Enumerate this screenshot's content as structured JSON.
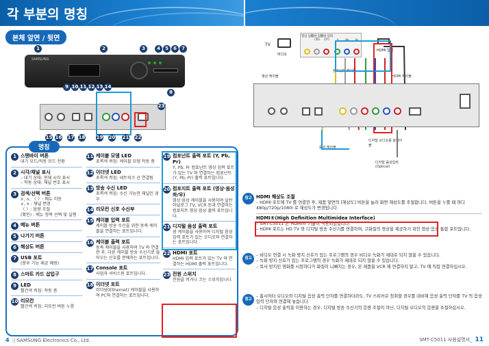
{
  "header": {
    "title": "각 부분의 명칭",
    "section": "본체 앞면 / 뒷면",
    "names_title": "명칭"
  },
  "items_col1": [
    {
      "n": "1",
      "title": "스탠바이 버튼",
      "desc": "대기 모드/작동 모드 전환"
    },
    {
      "n": "2",
      "title": "시각/채널 표시",
      "desc": "– 대기 상태: 현재 시각 표시\n– 작동 상태: 채널 번호 표시"
    },
    {
      "n": "3",
      "title": "검색/선택 버튼",
      "desc": "∨, ∧, 〈 〉: 메뉴 이동\n∨, ∧ : 채널 변경\n〈 〉: 음량 조절\n(확인) : 메뉴 항목 선택 및 실행"
    },
    {
      "n": "4",
      "title": "메뉴 버튼",
      "desc": ""
    },
    {
      "n": "5",
      "title": "나가기 버튼",
      "desc": ""
    },
    {
      "n": "6",
      "title": "해상도 버튼",
      "desc": ""
    },
    {
      "n": "7",
      "title": "USB 포트",
      "desc": "(향후 기능 제공 예정)"
    },
    {
      "n": "8",
      "title": "스마트 카드 삽입구",
      "desc": ""
    },
    {
      "n": "9",
      "title": "LED",
      "desc": "빨간색 켜짐: 작동 중"
    },
    {
      "n": "10",
      "title": "리모컨",
      "desc": "빨간색 켜짐: 리모컨 버튼 누름"
    }
  ],
  "items_col2": [
    {
      "n": "11",
      "title": "케이블 모뎀 LED",
      "desc": "초록색 켜짐: 케이블 모뎀 작동 중"
    },
    {
      "n": "12",
      "title": "이더넷 LED",
      "desc": "초록색 켜짐: 네트워크 선 연결됨"
    },
    {
      "n": "13",
      "title": "방송 수신 LED",
      "desc": "초록색 켜짐: 수신 가능한 채널인 경우"
    },
    {
      "n": "14",
      "title": "리모컨 신호 수신부",
      "desc": ""
    },
    {
      "n": "15",
      "title": "케이블 입력 포트",
      "desc": "케이블 방송 수신을 위한 동축 케이블을 연결하는 포트입니다."
    },
    {
      "n": "16",
      "title": "케이블 출력 포트",
      "desc": "동축 케이블을 사용하여 TV 와 연결한 후, 다른 케이블 방송 수신기로 들어오는 신호를 분배하는 포트입니다."
    },
    {
      "n": "17",
      "title": "Console 포트",
      "desc": "사업자 서비스용 포트입니다."
    },
    {
      "n": "18",
      "title": "이더넷 포트",
      "desc": "이더넷(Ethernet) 케이블을 사용하여 PC와 연결하는 포트입니다."
    }
  ],
  "items_col3": [
    {
      "n": "19",
      "title": "컴포넌트 출력 포트 (Y, Pb, Pr)",
      "desc": "Y, Pb, Pr 컴포넌트 영상 입력 포트가 있는 TV 와 연결하는 컴포넌트(Y, Pb, Pr) 출력 포트입니다."
    },
    {
      "n": "20",
      "title": "컴포지트 출력 포트 (영상·음성 좌/우)",
      "desc": "영상·음성 케이블을 사용하여 일반 아날로그 TV, VCR 등과 연결하는 컴포지트 영상·음성 출력 포트입니다."
    },
    {
      "n": "21",
      "title": "디지털 음성 출력 포트",
      "desc": "광 케이블을 사용하여 디지털 음성 입력 포트가 있는 오디오와 연결하는 포트입니다."
    },
    {
      "n": "22",
      "title": "HDMI 포트",
      "desc": "HDMI 입력 포트가 있는 TV 와 연결하는 HDMI 출력 포트입니다."
    },
    {
      "n": "23",
      "title": "전원 스위치",
      "desc": "전원을 켜거나 끄는 스위치입니다."
    }
  ],
  "figure": {
    "brand": "SAMSUNG",
    "callouts": [
      "1",
      "2",
      "3",
      "4",
      "5",
      "6",
      "7",
      "8",
      "9",
      "10",
      "11",
      "12",
      "13",
      "14",
      "15",
      "16",
      "17",
      "18",
      "19",
      "20",
      "21",
      "22",
      "23"
    ]
  },
  "diagram": {
    "tv_label": "TV",
    "video_label": "비디오",
    "jack_labels": [
      "영상 입력",
      "음성 입력(좌)",
      "음성 입력(우)",
      "Y",
      "Pb",
      "Pr"
    ],
    "hdmi_label": "HDMI 입력",
    "video_cable": "영상 케이블",
    "component_cable": "컴포넌트 케이블",
    "hdmi_cable": "HDMI 케이블",
    "audio_cable": "음성 케이블",
    "digital_audio": "디지털 오디오용 광케이블",
    "digital_input": "디지털 음성입력 (Optical)"
  },
  "notes": {
    "badge": "참고",
    "n1_title": "HDMI 해상도 조절",
    "n1_text": "– HDMI 포트에 TV 를 연결한 후, 제품 앞면의 [해상도] 버튼을 눌러 화면 해상도를 조절합니다. 버튼을 누를 때 마다 480p/720p/1080i 로 해상도가 변경됩니다.",
    "n1b_title": "HDMI®(High Definition Multimidea Interface)",
    "n1b_l1": "– SMT-C5011 은 HDMI® 기술이 적용되었습니다.",
    "n1b_l2": "– HDMI 포트는 HD TV 와 디지털 방송 수신기를 연결하여, 고화질의 영상을 제공하기 위한 영상·음성 통합 포트입니다.",
    "n2_l1": "– 비디오 연결 시 녹화 방지 신호가 있는 프로그램의 경우 비디오 녹화가 제대로 되지 않을 수 있습니다.",
    "n2_l2": "– 녹화 방지 신호가 있는 프로그램의 경우 녹화가 제대로 되지 않을 수 있습니다.",
    "n2_l3": "– 복사 방지된 영화를 시청하다가 화질이 나빠지는 경우, 본 제품을 VCR 에 연결하지 말고, TV 에 직접 연결하십시오.",
    "n3_l1": "– 홈시어터 오디오와 디지털 음성 출력 단자를 연결하더라도, TV 스피커로 청취할 경우를 대비해 음성 출력 단자를 TV 의 음성 입력 단자와 연결해 놓습니다.",
    "n3_l2": "– 디지털 음성 출력을 이용하는 경우, 디지털 방송 수신기의 음량 조절이 아닌, 디지털 오디오의 음량을 조절하십시오."
  },
  "footer": {
    "left_page": "4",
    "left_text": "ⓒSAMSUNG Electronics Co., Ltd.",
    "right_text": "SMT-C5011 사용설명서_",
    "right_page": "11"
  },
  "colors": {
    "primary": "#1769b8",
    "highlight_blue": "#1a9ad6",
    "highlight_red": "#e02020"
  }
}
